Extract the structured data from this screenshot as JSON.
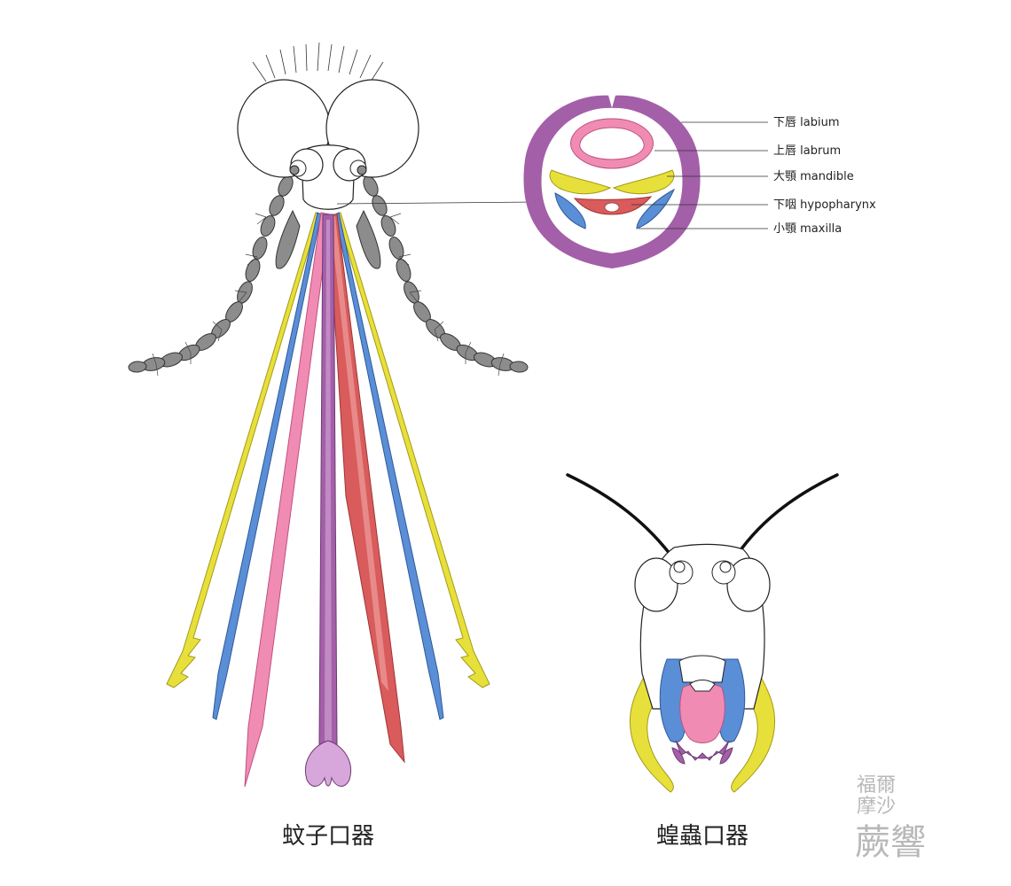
{
  "cross_section_labels": [
    {
      "text": "下唇 labium",
      "color": "#a35fa8"
    },
    {
      "text": "上唇 labrum",
      "color": "#f08cb4"
    },
    {
      "text": "大顎 mandible",
      "color": "#e8e03a"
    },
    {
      "text": "下咽 hypopharynx",
      "color": "#d95b5b"
    },
    {
      "text": "小顎 maxilla",
      "color": "#5a8ed6"
    }
  ],
  "captions": {
    "mosquito": "蚊子口器",
    "grasshopper": "蝗蟲口器"
  },
  "watermark": {
    "line1": "福爾",
    "line2": "摩沙",
    "line3": "蕨響"
  },
  "colors": {
    "labium": "#a35fa8",
    "labrum": "#f08cb4",
    "mandible": "#e8e03a",
    "hypopharynx": "#d95b5b",
    "maxilla": "#5a8ed6",
    "antenna": "#8c8c8c"
  }
}
